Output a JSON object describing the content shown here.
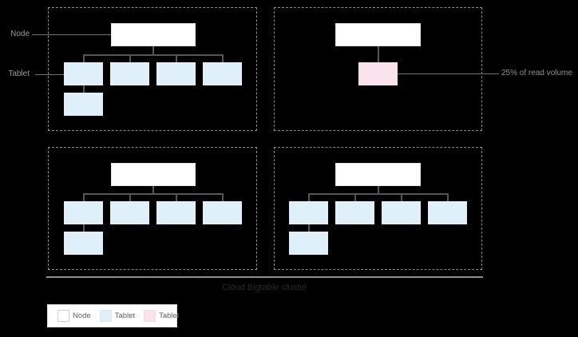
{
  "annotations": {
    "node_label": "Node",
    "tablet_label": "Tablet",
    "read_volume_label": "25% of read volume"
  },
  "footer": {
    "cluster_label": "Cloud Bigtable cluster"
  },
  "legend": {
    "items": [
      {
        "name": "node",
        "label": "Node",
        "color": "#ffffff"
      },
      {
        "name": "tablet",
        "label": "Tablet",
        "color": "#dff0fa"
      },
      {
        "name": "hot-tablet",
        "label": "Tablet",
        "color": "#fbe3ed"
      }
    ]
  },
  "colors": {
    "background": "#000000",
    "node_fill": "#ffffff",
    "tablet_fill": "#dff0fa",
    "hot_tablet_fill": "#fbe3ed",
    "connector": "#565656",
    "leader_line": "#707070",
    "pointer_text": "#9a9a9a",
    "cluster_line": "#8f8f8f",
    "dashed_border": "#8c8c8c"
  },
  "structure": {
    "quadrants": [
      {
        "position": "top-left",
        "nodes": 1,
        "tablets": 5,
        "hot_tablets": 0
      },
      {
        "position": "top-right",
        "nodes": 1,
        "tablets": 0,
        "hot_tablets": 1
      },
      {
        "position": "bottom-left",
        "nodes": 1,
        "tablets": 5,
        "hot_tablets": 0
      },
      {
        "position": "bottom-right",
        "nodes": 1,
        "tablets": 5,
        "hot_tablets": 0
      }
    ]
  }
}
